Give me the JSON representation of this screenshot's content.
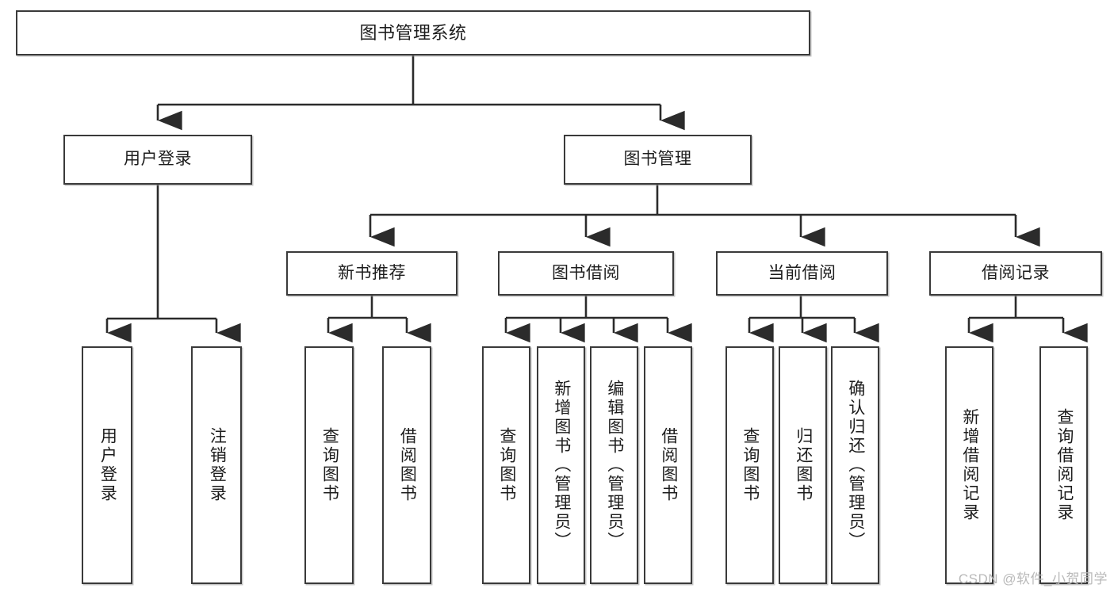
{
  "diagram": {
    "type": "tree-hierarchy",
    "title": "图书管理系统",
    "colors": {
      "box_border": "#3a3a3a",
      "box_fill": "#ffffff",
      "connector": "#2b2b2b",
      "text": "#1d1d1d",
      "watermark": "#b9b9b9"
    },
    "nodes": {
      "root": {
        "label": "图书管理系统"
      },
      "level2": [
        {
          "label": "用户登录"
        },
        {
          "label": "图书管理"
        }
      ],
      "level3": [
        {
          "label": "新书推荐"
        },
        {
          "label": "图书借阅"
        },
        {
          "label": "当前借阅"
        },
        {
          "label": "借阅记录"
        }
      ],
      "leaves_user_login": [
        {
          "label": "用户登录"
        },
        {
          "label": "注销登录"
        }
      ],
      "leaves_new_book": [
        {
          "label": "查询图书"
        },
        {
          "label": "借阅图书"
        }
      ],
      "leaves_borrow": [
        {
          "label": "查询图书"
        },
        {
          "label": "新增图书（管理员）"
        },
        {
          "label": "编辑图书（管理员）"
        },
        {
          "label": "借阅图书"
        }
      ],
      "leaves_current": [
        {
          "label": "查询图书"
        },
        {
          "label": "归还图书"
        },
        {
          "label": "确认归还（管理员）"
        }
      ],
      "leaves_record": [
        {
          "label": "新增借阅记录"
        },
        {
          "label": "查询借阅记录"
        }
      ]
    },
    "watermark": "CSDN @软件_小贺同学"
  }
}
